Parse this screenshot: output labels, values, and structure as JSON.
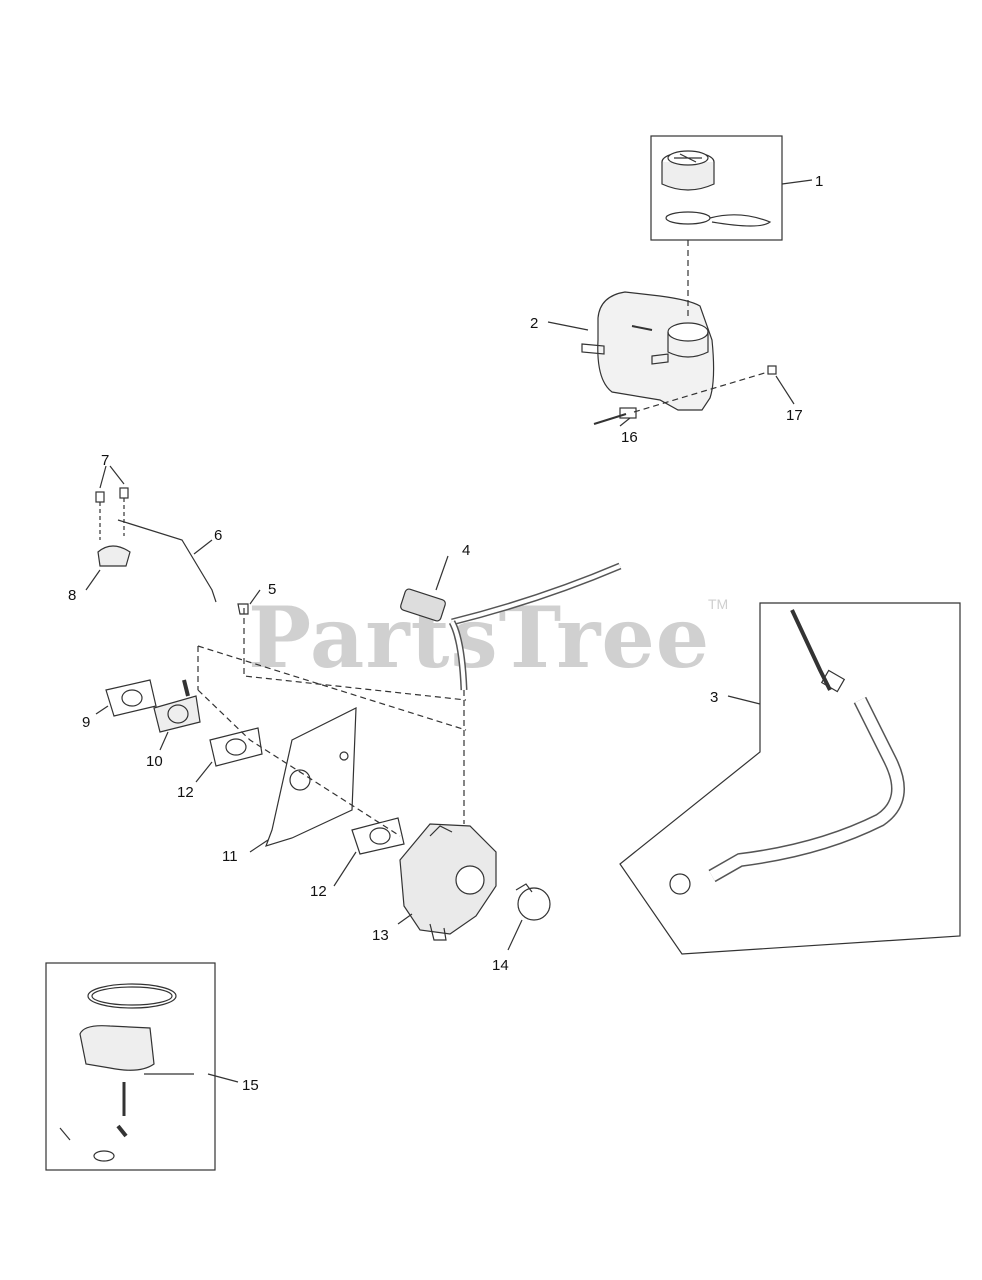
{
  "watermark": {
    "text": "PartsTree",
    "trademark": "TM"
  },
  "callouts": [
    {
      "id": "c1",
      "num": "1"
    },
    {
      "id": "c2",
      "num": "2"
    },
    {
      "id": "c3",
      "num": "3"
    },
    {
      "id": "c4",
      "num": "4"
    },
    {
      "id": "c5",
      "num": "5"
    },
    {
      "id": "c6",
      "num": "6"
    },
    {
      "id": "c7",
      "num": "7"
    },
    {
      "id": "c8",
      "num": "8"
    },
    {
      "id": "c9",
      "num": "9"
    },
    {
      "id": "c10",
      "num": "10"
    },
    {
      "id": "c11",
      "num": "11"
    },
    {
      "id": "c12a",
      "num": "12"
    },
    {
      "id": "c12b",
      "num": "12"
    },
    {
      "id": "c13",
      "num": "13"
    },
    {
      "id": "c14",
      "num": "14"
    },
    {
      "id": "c15",
      "num": "15"
    },
    {
      "id": "c16",
      "num": "16"
    },
    {
      "id": "c17",
      "num": "17"
    }
  ],
  "colors": {
    "line": "#333333",
    "watermark": "#d0d0d0",
    "background": "#ffffff"
  }
}
